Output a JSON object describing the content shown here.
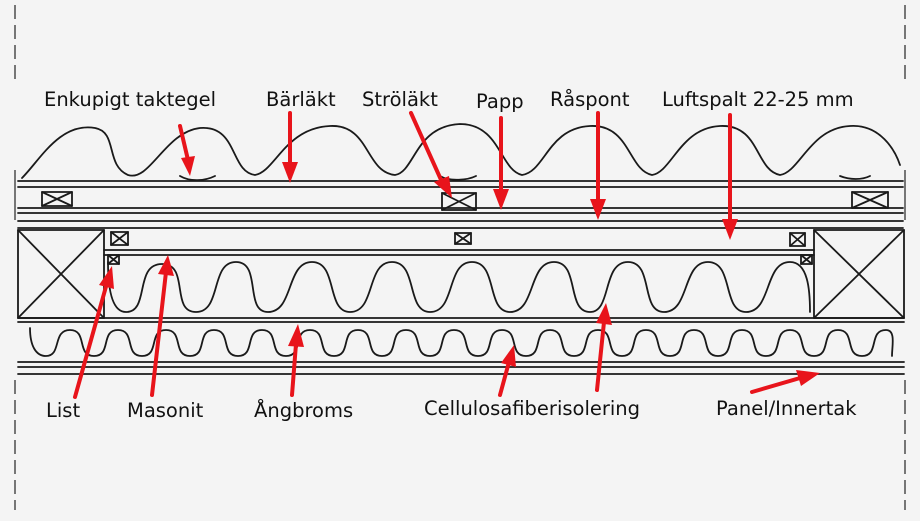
{
  "labels": {
    "enkupigt_taktegel": "Enkupigt taktegel",
    "barlakt": "Bärläkt",
    "strolakt": "Ströläkt",
    "papp": "Papp",
    "raspont": "Råspont",
    "luftspalt": "Luftspalt 22-25 mm",
    "list": "List",
    "masonit": "Masonit",
    "angbroms": "Ångbroms",
    "cellulosafiberisolering": "Cellulosafiberisolering",
    "panel_innertak": "Panel/Innertak"
  },
  "colors": {
    "arrow": "#e8141b",
    "ink": "#1a1a1a",
    "background": "#f4f4f4"
  }
}
